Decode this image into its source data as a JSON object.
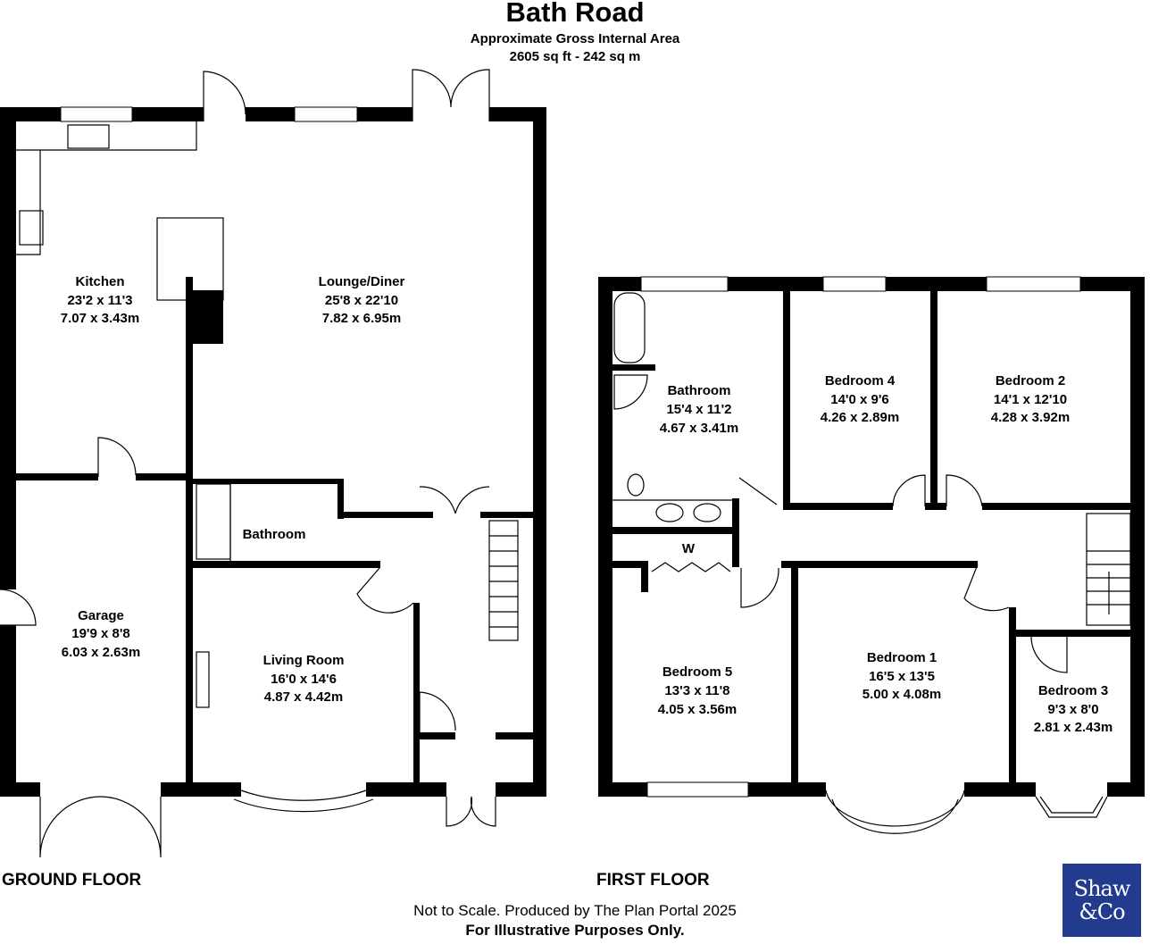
{
  "header": {
    "title": "Bath Road",
    "subtitle": "Approximate Gross Internal Area",
    "area": "2605 sq ft - 242 sq m"
  },
  "ground_floor": {
    "label": "GROUND FLOOR",
    "rooms": [
      {
        "name": "Kitchen",
        "imperial": "23'2 x 11'3",
        "metric": "7.07 x 3.43m"
      },
      {
        "name": "Lounge/Diner",
        "imperial": "25'8 x 22'10",
        "metric": "7.82 x 6.95m"
      },
      {
        "name": "Bathroom"
      },
      {
        "name": "Garage",
        "imperial": "19'9 x 8'8",
        "metric": "6.03 x 2.63m"
      },
      {
        "name": "Living Room",
        "imperial": "16'0 x 14'6",
        "metric": "4.87 x 4.42m"
      }
    ]
  },
  "first_floor": {
    "label": "FIRST FLOOR",
    "rooms": [
      {
        "name": "Bathroom",
        "imperial": "15'4 x 11'2",
        "metric": "4.67 x 3.41m"
      },
      {
        "name": "Bedroom 4",
        "imperial": "14'0 x 9'6",
        "metric": "4.26 x 2.89m"
      },
      {
        "name": "Bedroom 2",
        "imperial": "14'1 x 12'10",
        "metric": "4.28 x 3.92m"
      },
      {
        "name": "Bedroom 5",
        "imperial": "13'3 x 11'8",
        "metric": "4.05 x 3.56m"
      },
      {
        "name": "Bedroom 1",
        "imperial": "16'5 x 13'5",
        "metric": "5.00 x 4.08m"
      },
      {
        "name": "Bedroom 3",
        "imperial": "9'3 x 8'0",
        "metric": "2.81 x 2.43m"
      }
    ],
    "wardrobe": "W"
  },
  "footer": {
    "note": "Not to Scale. Produced by The Plan Portal 2025",
    "disclaimer": "For Illustrative Purposes Only."
  },
  "logo": {
    "line1": "Shaw",
    "line2": "&Co",
    "color": "#233b8e"
  }
}
